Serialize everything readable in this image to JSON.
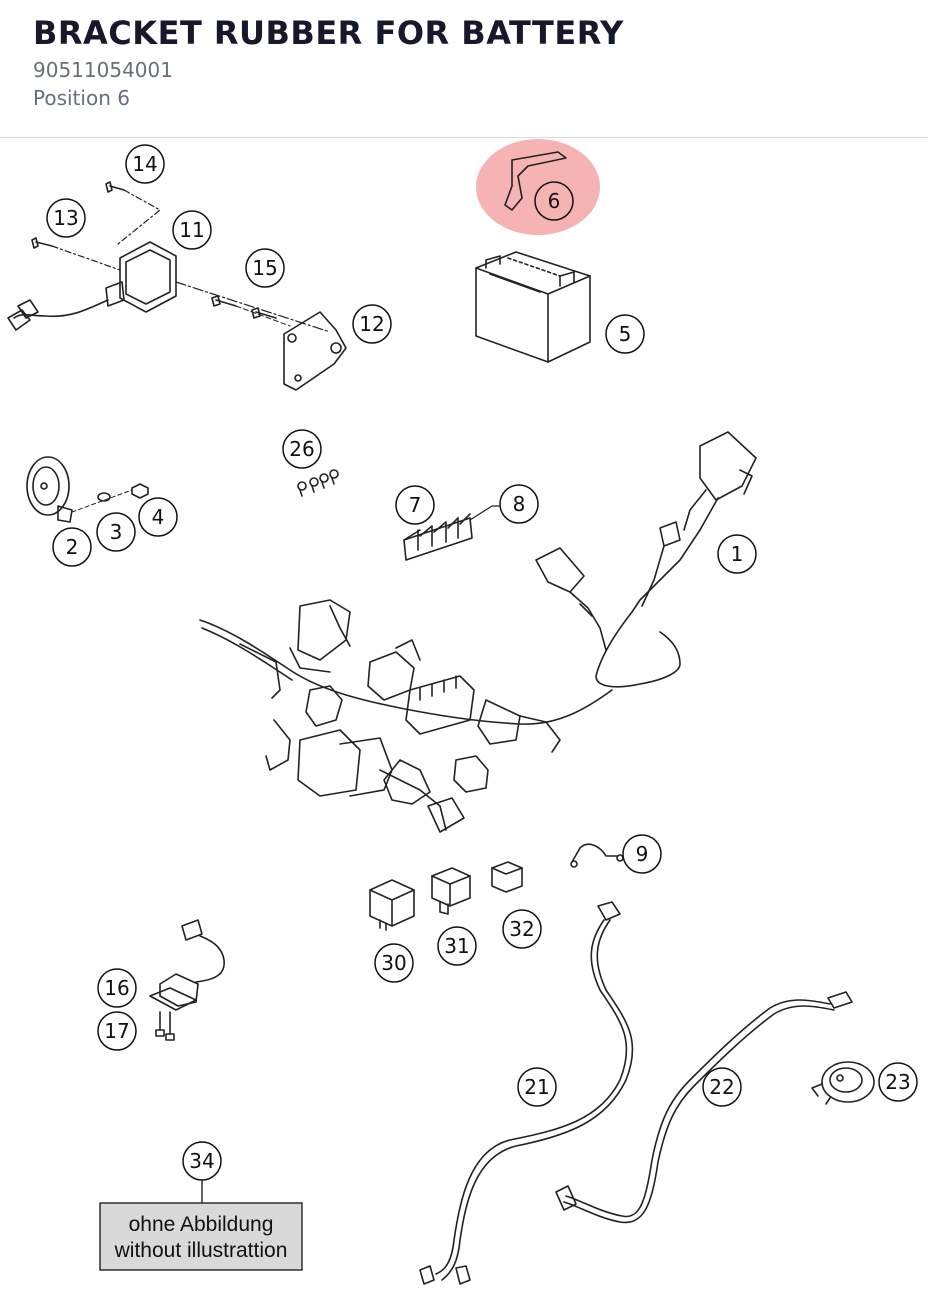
{
  "header": {
    "title": "BRACKET RUBBER FOR BATTERY",
    "part_number": "90511054001",
    "position": "Position 6"
  },
  "highlight": {
    "position": "6",
    "color": "#f08080"
  },
  "callouts": {
    "c1": "1",
    "c2": "2",
    "c3": "3",
    "c4": "4",
    "c5": "5",
    "c6": "6",
    "c7": "7",
    "c8": "8",
    "c9": "9",
    "c11": "11",
    "c12": "12",
    "c13": "13",
    "c14": "14",
    "c15": "15",
    "c16": "16",
    "c17": "17",
    "c21": "21",
    "c22": "22",
    "c23": "23",
    "c26": "26",
    "c30": "30",
    "c31": "31",
    "c32": "32",
    "c34": "34"
  },
  "note": {
    "line1": "ohne Abbildung",
    "line2": "without illustrattion"
  }
}
